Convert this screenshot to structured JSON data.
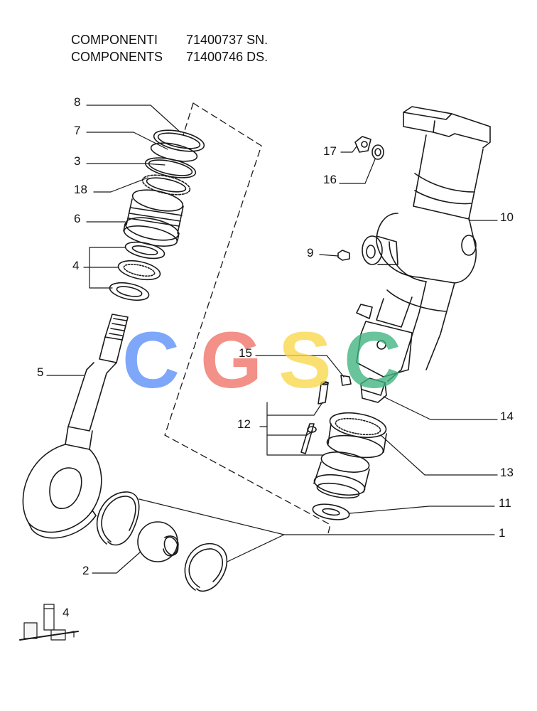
{
  "header": {
    "row1": {
      "label": "COMPONENTI",
      "code": "71400737 SN."
    },
    "row2": {
      "label": "COMPONENTS",
      "code": "71400746 DS."
    }
  },
  "watermark": {
    "text": "CGSC",
    "letters": [
      {
        "char": "C",
        "color": "#5b8ff9"
      },
      {
        "char": "G",
        "color": "#f07167"
      },
      {
        "char": "S",
        "color": "#f9d84a"
      },
      {
        "char": "C",
        "color": "#3fb37f"
      }
    ]
  },
  "callouts": {
    "c8": "8",
    "c7": "7",
    "c3": "3",
    "c18": "18",
    "c6": "6",
    "c4": "4",
    "c5": "5",
    "c2": "2",
    "c1": "1",
    "c17": "17",
    "c16": "16",
    "c10": "10",
    "c9": "9",
    "c15": "15",
    "c12": "12",
    "c14": "14",
    "c13": "13",
    "c11": "11"
  },
  "kit_badge": {
    "number": "4",
    "icon": "parts-kit-icon"
  }
}
